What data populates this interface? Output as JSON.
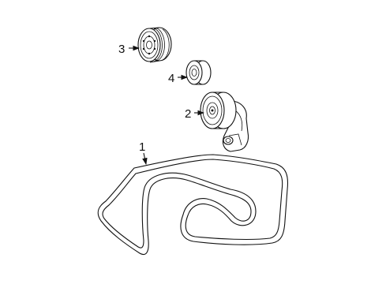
{
  "diagram": {
    "callouts": [
      {
        "id": "callout-3",
        "text": "3"
      },
      {
        "id": "callout-4",
        "text": "4"
      },
      {
        "id": "callout-2",
        "text": "2"
      },
      {
        "id": "callout-1",
        "text": "1"
      }
    ],
    "parts": [
      {
        "callout": "3",
        "name": "idler-pulley"
      },
      {
        "callout": "4",
        "name": "idler-pulley-small"
      },
      {
        "callout": "2",
        "name": "belt-tensioner"
      },
      {
        "callout": "1",
        "name": "serpentine-belt"
      }
    ]
  }
}
